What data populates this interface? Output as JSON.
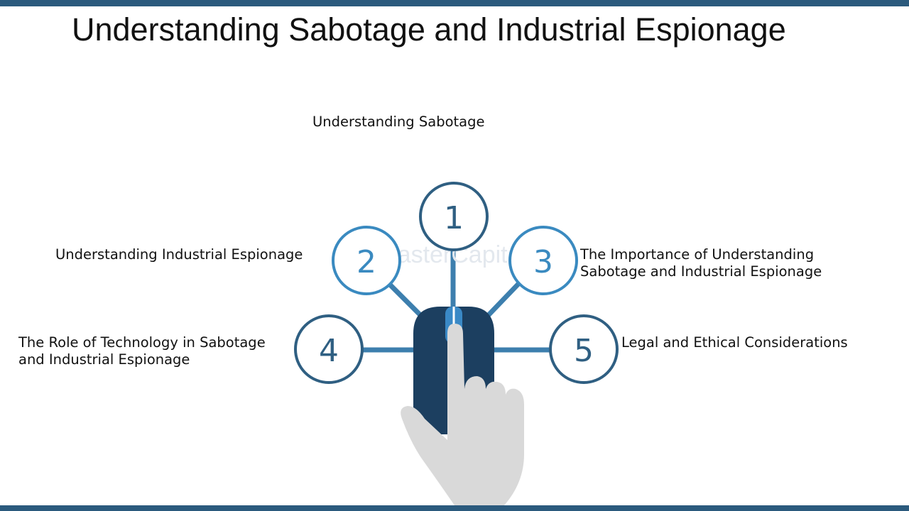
{
  "title": "Understanding Sabotage and Industrial Espionage",
  "watermark": "FasterCapital",
  "colors": {
    "bar": "#2b5a7d",
    "circle_stroke_dark": "#2f5f82",
    "circle_stroke_light": "#3a8ac0",
    "connector": "#3d7fae",
    "mouse": "#1c3f60",
    "mouse_button": "#3a89c6",
    "hand": "#d9d9d9"
  },
  "nodes": [
    {
      "number": "1",
      "label": "Understanding Sabotage"
    },
    {
      "number": "2",
      "label": "Understanding Industrial Espionage"
    },
    {
      "number": "3",
      "label": "The Importance of Understanding Sabotage and Industrial Espionage"
    },
    {
      "number": "4",
      "label": "The Role of Technology in Sabotage and Industrial Espionage"
    },
    {
      "number": "5",
      "label": "Legal and Ethical Considerations"
    }
  ]
}
